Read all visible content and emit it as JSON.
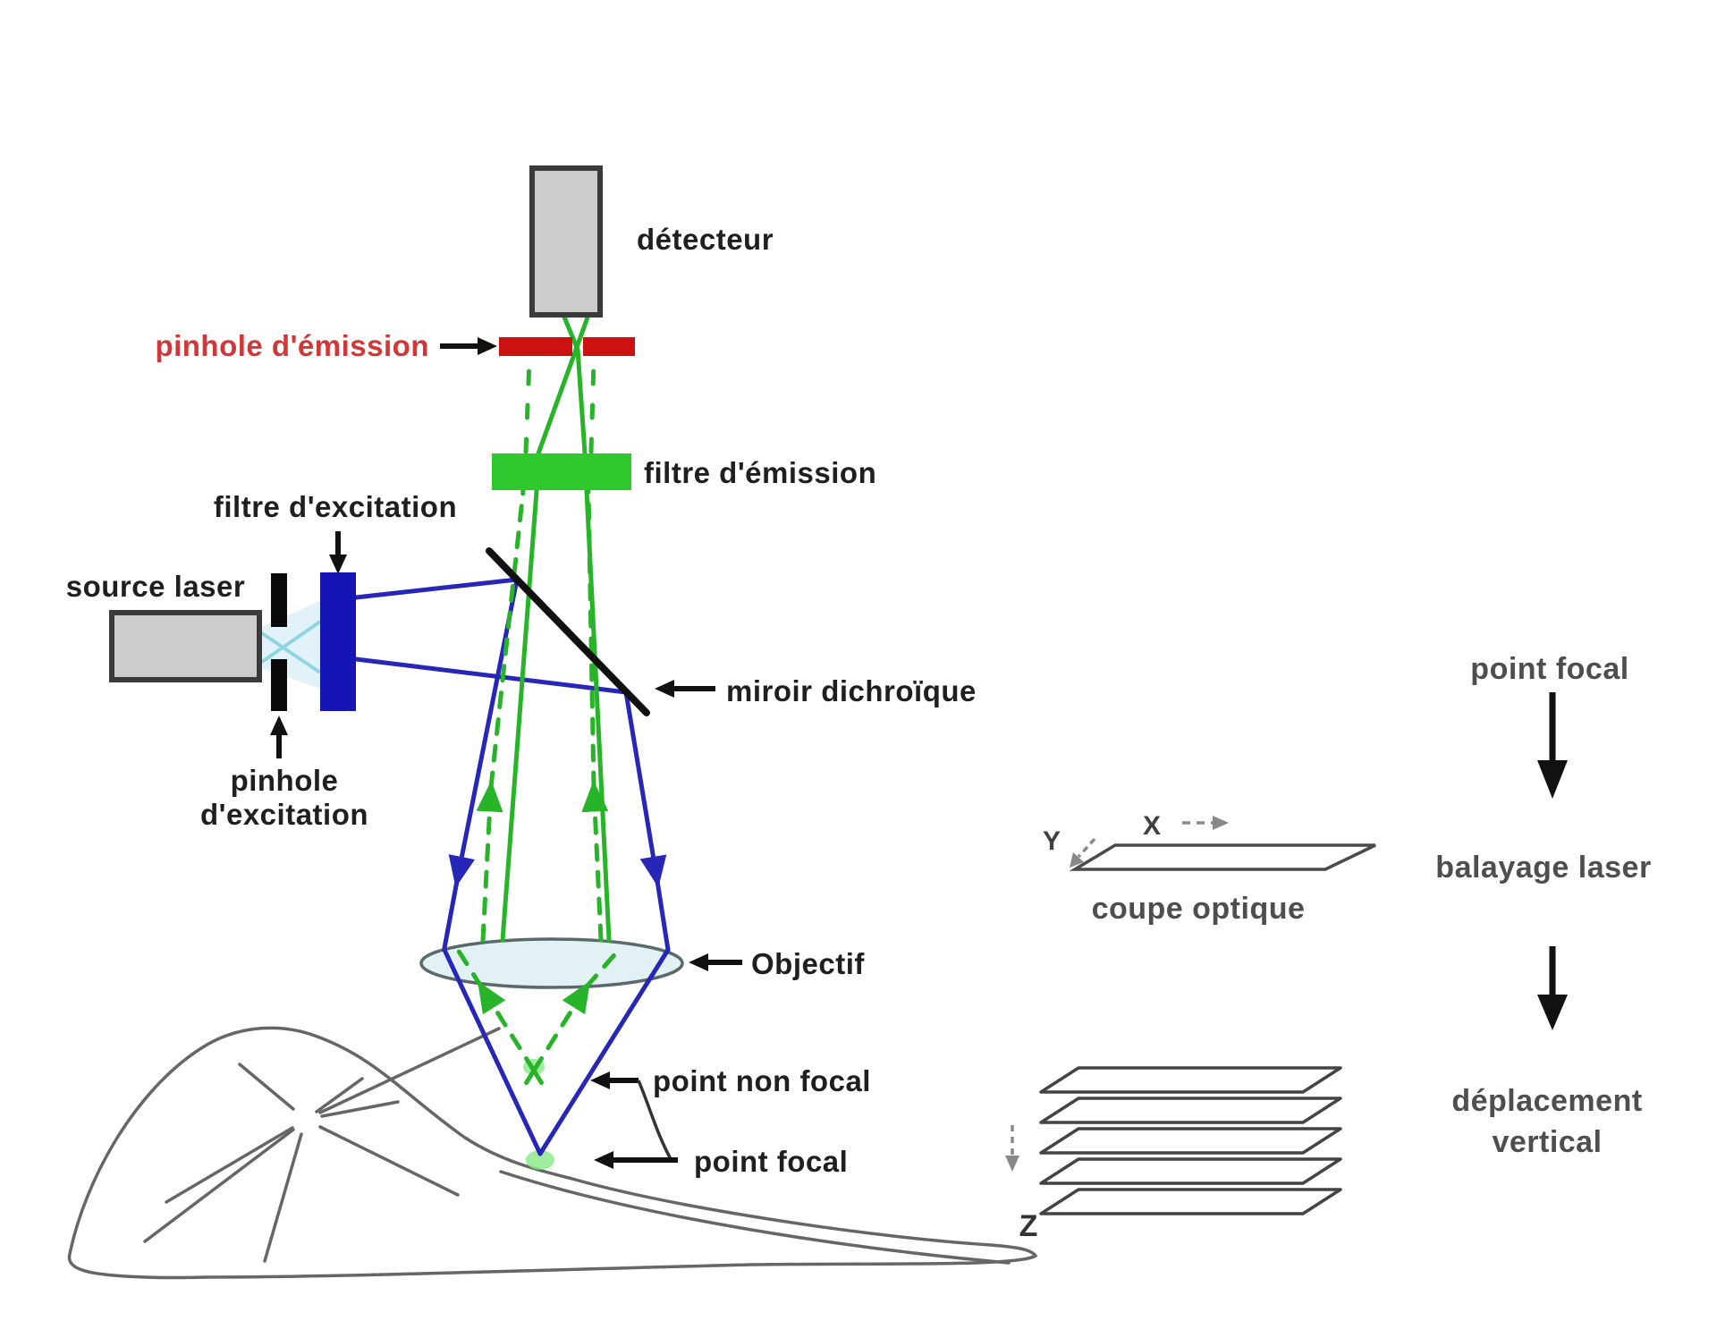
{
  "diagram": {
    "labels": {
      "detector": "détecteur",
      "pinhole_emission": "pinhole d'émission",
      "emission_filter": "filtre d'émission",
      "excitation_filter": "filtre d'excitation",
      "laser_source": "source laser",
      "pinhole_excitation_line1": "pinhole",
      "pinhole_excitation_line2": "d'excitation",
      "dichroic_mirror": "miroir dichroïque",
      "objective": "Objectif",
      "point_non_focal": "point non focal",
      "point_focal": "point focal"
    },
    "flow": {
      "step1": "point focal",
      "step2": "balayage laser",
      "step3_line1": "déplacement",
      "step3_line2": "vertical"
    },
    "section": {
      "coupe_optique": "coupe optique",
      "axis_x": "X",
      "axis_y": "Y",
      "axis_z": "Z"
    },
    "colors": {
      "beam_excitation_blue": "#2626b8",
      "beam_emission_green": "#28b428",
      "beam_laser_cyan": "#8fd4e4",
      "filter_emission_green": "#2fc92f",
      "filter_excitation_blue": "#1515b5",
      "pinhole_emission_red": "#cc1111",
      "pinhole_excitation_black": "#0a0a0a",
      "component_gray_fill": "#cccccc",
      "component_gray_stroke": "#3a3a3a",
      "cell_gray": "#666666",
      "mirror_black": "#111111",
      "lens_fill": "#e2f2f4"
    }
  }
}
